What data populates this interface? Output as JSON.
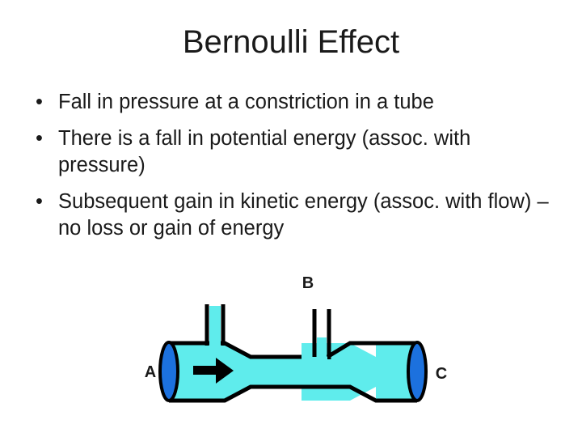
{
  "slide": {
    "title": "Bernoulli Effect",
    "bullet_char": "•",
    "bullets": [
      "Fall in pressure at a constriction in a tube",
      "There is a fall in potential energy (assoc. with pressure)",
      "Subsequent gain in kinetic energy (assoc. with flow) – no loss or gain of energy"
    ]
  },
  "diagram": {
    "name": "venturi-tube-bernoulli-diagram",
    "labels": {
      "inlet": "A",
      "constriction": "B",
      "outlet": "C"
    },
    "colors": {
      "fluid": "#5FECEC",
      "end_cap": "#1C71DE",
      "outline": "#000000",
      "arrow": "#000000",
      "background": "#FFFFFF"
    },
    "flow_arrow_direction": "right",
    "manometer_tubes": [
      {
        "label": "A",
        "position": "wide-section",
        "liquid_level": "high"
      },
      {
        "label": "B",
        "position": "constriction",
        "liquid_level": "low"
      }
    ]
  }
}
